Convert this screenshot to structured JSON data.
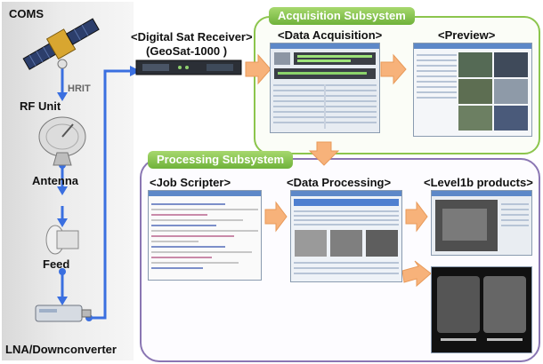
{
  "labels": {
    "coms": "COMS",
    "hrit": "HRIT",
    "rf_unit": "RF Unit",
    "antenna": "Antenna",
    "feed": "Feed",
    "lna": "LNA/Downconverter",
    "receiver_title": "<Digital Sat Receiver>",
    "receiver_model": "(GeoSat-1000 )",
    "acq_subsystem": "Acquisition Subsystem",
    "data_acquisition": "<Data Acquisition>",
    "preview": "<Preview>",
    "proc_subsystem": "Processing Subsystem",
    "job_scripter": "<Job Scripter>",
    "data_processing": "<Data Processing>",
    "level1b": "<Level1b products>"
  },
  "colors": {
    "acq_border": "#8cc54d",
    "proc_border": "#8a76b3",
    "flow_line": "#3a6fe0",
    "arrow_fill": "#f7b27a"
  }
}
